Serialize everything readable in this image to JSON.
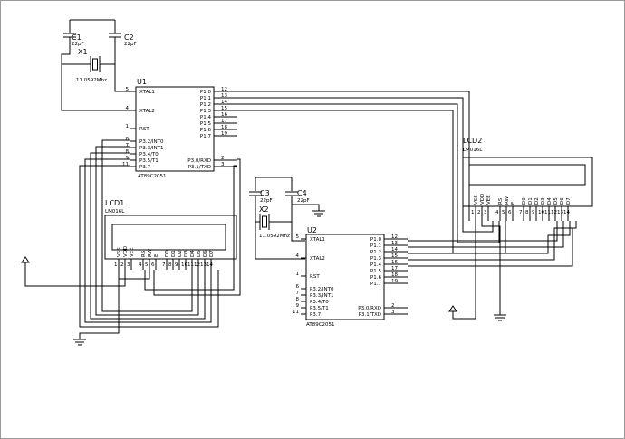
{
  "components": {
    "c1": {
      "ref": "C1",
      "value": "22pF"
    },
    "c2": {
      "ref": "C2",
      "value": "22pF"
    },
    "c3": {
      "ref": "C3",
      "value": "22pF"
    },
    "c4": {
      "ref": "C4",
      "value": "22pF"
    },
    "x1": {
      "ref": "X1",
      "value": "11.0592Mhz"
    },
    "x2": {
      "ref": "X2",
      "value": "11.0592Mhz"
    },
    "u1": {
      "ref": "U1",
      "part": "AT89C2051"
    },
    "u2": {
      "ref": "U2",
      "part": "AT89C2051"
    },
    "lcd1": {
      "ref": "LCD1",
      "part": "LM016L"
    },
    "lcd2": {
      "ref": "LCD2",
      "part": "LM016L"
    }
  },
  "mcu_pins_left": [
    {
      "num": "5",
      "name": "XTAL1"
    },
    {
      "num": "4",
      "name": "XTAL2"
    },
    {
      "num": "1",
      "name": "RST"
    },
    {
      "num": "6",
      "name": "P3.2/INT0"
    },
    {
      "num": "7",
      "name": "P3.3/INT1"
    },
    {
      "num": "8",
      "name": "P3.4/T0"
    },
    {
      "num": "9",
      "name": "P3.5/T1"
    },
    {
      "num": "11",
      "name": "P3.7"
    }
  ],
  "mcu_pins_right": [
    {
      "num": "12",
      "name": "P1.0"
    },
    {
      "num": "13",
      "name": "P1.1"
    },
    {
      "num": "14",
      "name": "P1.2"
    },
    {
      "num": "15",
      "name": "P1.3"
    },
    {
      "num": "16",
      "name": "P1.4"
    },
    {
      "num": "17",
      "name": "P1.5"
    },
    {
      "num": "18",
      "name": "P1.6"
    },
    {
      "num": "19",
      "name": "P1.7"
    },
    {
      "num": "2",
      "name": "P3.0/RXD"
    },
    {
      "num": "3",
      "name": "P3.1/TXD"
    }
  ],
  "lcd_pins": [
    "VSS",
    "VDD",
    "VEE",
    "RS",
    "RW",
    "E",
    "D0",
    "D1",
    "D2",
    "D3",
    "D4",
    "D5",
    "D6",
    "D7"
  ],
  "lcd_pin_numbers": [
    "1",
    "2",
    "3",
    "4",
    "5",
    "6",
    "7",
    "8",
    "9",
    "10",
    "11",
    "12",
    "13",
    "14"
  ]
}
